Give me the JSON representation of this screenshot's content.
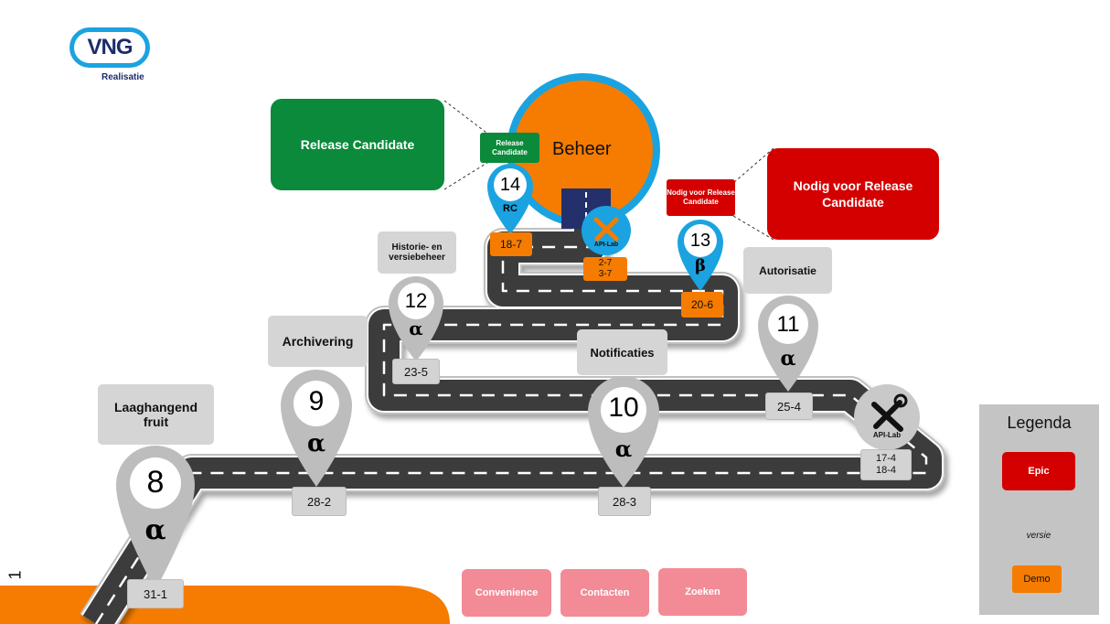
{
  "logo": {
    "text": "VNG",
    "subtext": "Realisatie"
  },
  "page_number": "1",
  "beheer": {
    "label": "Beheer"
  },
  "callouts": {
    "rc_big": "Release Candidate",
    "rc_small": "Release Candidate",
    "nodig_big": "Nodig voor Release Candidate",
    "nodig_small": "Nodig voor Release Candidate"
  },
  "milestones": [
    {
      "num": "8",
      "sym": "α",
      "label": "Laaghangend fruit",
      "date": "31-1"
    },
    {
      "num": "9",
      "sym": "α",
      "label": "Archivering",
      "date": "28-2"
    },
    {
      "num": "10",
      "sym": "α",
      "label": "Notificaties",
      "date": "28-3"
    },
    {
      "num": "11",
      "sym": "α",
      "label": "Autorisatie",
      "date": "25-4"
    },
    {
      "num": "12",
      "sym": "α",
      "label": "Historie- en versiebeheer",
      "date": "23-5"
    },
    {
      "num": "13",
      "sym": "β",
      "date": "20-6"
    },
    {
      "num": "14",
      "sym": "RC",
      "date": "18-7"
    }
  ],
  "api_lab_1": {
    "label": "API-Lab",
    "dates": [
      "17-4",
      "18-4"
    ]
  },
  "api_lab_2": {
    "label": "API-Lab",
    "dates": [
      "2-7",
      "3-7"
    ]
  },
  "bottom_items": [
    "Convenience",
    "Contacten",
    "Zoeken"
  ],
  "legend": {
    "title": "Legenda",
    "epic": "Epic",
    "versie": "versie",
    "demo": "Demo"
  },
  "colors": {
    "orange": "#f57c00",
    "blue": "#1aa3e0",
    "green": "#0a8a3a",
    "red": "#d40000",
    "road": "#3c3c3c",
    "gray_pin": "#bdbdbd",
    "pink": "#f28b96"
  }
}
